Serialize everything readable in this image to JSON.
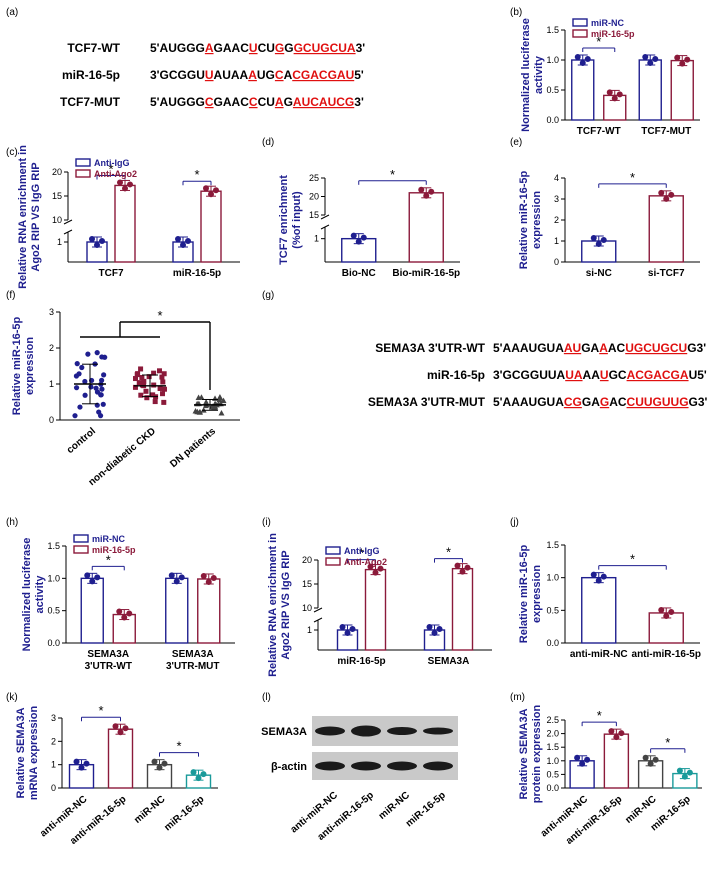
{
  "colors": {
    "nc": "#1f1f8f",
    "p5": "#8b1a3a",
    "red": "#e01010",
    "gray": "#444444",
    "teal": "#1a9a9a"
  },
  "panels": {
    "a": {
      "label": "(a)",
      "rows": [
        {
          "name": "TCF7-WT",
          "seq": [
            [
              "5'AUGGG",
              0
            ],
            [
              "A",
              2
            ],
            [
              "GAAC",
              0
            ],
            [
              "U",
              2
            ],
            [
              "CU",
              0
            ],
            [
              "G",
              2
            ],
            [
              "G",
              0
            ],
            [
              "GCUGCUA",
              2
            ],
            [
              "3'",
              0
            ]
          ]
        },
        {
          "name": "miR-16-5p",
          "seq": [
            [
              "3'GCGGU",
              0
            ],
            [
              "U",
              2
            ],
            [
              "AUAA",
              0
            ],
            [
              "A",
              2
            ],
            [
              "UG",
              0
            ],
            [
              "C",
              2
            ],
            [
              "A",
              0
            ],
            [
              "CGACGAU",
              2
            ],
            [
              "5'",
              0
            ]
          ]
        },
        {
          "name": "TCF7-MUT",
          "seq": [
            [
              "5'AUGGG",
              0
            ],
            [
              "C",
              2
            ],
            [
              "GAAC",
              0
            ],
            [
              "C",
              2
            ],
            [
              "CU",
              0
            ],
            [
              "A",
              2
            ],
            [
              "G",
              0
            ],
            [
              "AUCAUCG",
              2
            ],
            [
              "3'",
              0
            ]
          ]
        }
      ]
    },
    "b": {
      "label": "(b)",
      "legend": [
        "miR-NC",
        "miR-16-5p"
      ]
    },
    "c": {
      "label": "(c)",
      "legend": [
        "Anti-IgG",
        "Anti-Ago2"
      ]
    },
    "d": {
      "label": "(d)"
    },
    "e": {
      "label": "(e)"
    },
    "f": {
      "label": "(f)"
    },
    "g": {
      "label": "(g)",
      "rows": [
        {
          "name": "SEMA3A 3'UTR-WT",
          "seq": [
            [
              "5'AAAUGUA",
              0
            ],
            [
              "AU",
              2
            ],
            [
              "GA",
              0
            ],
            [
              "A",
              2
            ],
            [
              "AC",
              0
            ],
            [
              "UGCUGCU",
              2
            ],
            [
              "G3'",
              0
            ]
          ]
        },
        {
          "name": "miR-16-5p",
          "seq": [
            [
              "3'GCGGUUA",
              0
            ],
            [
              "UA",
              2
            ],
            [
              "AA",
              0
            ],
            [
              "U",
              2
            ],
            [
              "GC",
              0
            ],
            [
              "ACGACGA",
              2
            ],
            [
              "U5'",
              0
            ]
          ]
        },
        {
          "name": "SEMA3A 3'UTR-MUT",
          "seq": [
            [
              "5'AAAUGUA",
              0
            ],
            [
              "CG",
              2
            ],
            [
              "GA",
              0
            ],
            [
              "G",
              2
            ],
            [
              "AC",
              0
            ],
            [
              "CUUGUUG",
              2
            ],
            [
              "G3'",
              0
            ]
          ]
        }
      ]
    },
    "h": {
      "label": "(h)",
      "legend": [
        "miR-NC",
        "miR-16-5p"
      ]
    },
    "i": {
      "label": "(i)",
      "legend": [
        "Anti-IgG",
        "Anti-Ago2"
      ]
    },
    "j": {
      "label": "(j)"
    },
    "k": {
      "label": "(k)"
    },
    "l": {
      "label": "(l)",
      "bands": [
        "SEMA3A",
        "β-actin"
      ],
      "lanes": [
        "anti-miR-NC",
        "anti-miR-16-5p",
        "miR-NC",
        "miR-16-5p"
      ]
    },
    "m": {
      "label": "(m)"
    }
  },
  "chart_data": [
    {
      "panel": "b",
      "type": "bar",
      "categories": [
        "TCF7-WT",
        "TCF7-MUT"
      ],
      "ylabel": "Normalized luciferase activity",
      "ylim": [
        0,
        1.5
      ],
      "yticks": [
        0.0,
        0.5,
        1.0,
        1.5
      ],
      "series": [
        {
          "name": "miR-NC",
          "values": [
            1.0,
            1.0
          ]
        },
        {
          "name": "miR-16-5p",
          "values": [
            0.41,
            0.99
          ]
        }
      ],
      "annotations": [
        "*"
      ]
    },
    {
      "panel": "c",
      "type": "bar",
      "categories": [
        "TCF7",
        "miR-16-5p"
      ],
      "ylabel": "Relative RNA enrichment in Ago2 RIP VS IgG RIP",
      "ylim": [
        0,
        20
      ],
      "yticks": [
        1,
        10,
        15,
        20
      ],
      "broken_axis": true,
      "series": [
        {
          "name": "Anti-IgG",
          "values": [
            1.0,
            1.0
          ]
        },
        {
          "name": "Anti-Ago2",
          "values": [
            17.2,
            16.0
          ]
        }
      ],
      "annotations": [
        "*",
        "*"
      ]
    },
    {
      "panel": "d",
      "type": "bar",
      "categories": [
        "Bio-NC",
        "Bio-miR-16-5p"
      ],
      "ylabel": "TCF7 enrichment (%of input)",
      "ylim": [
        0,
        25
      ],
      "yticks": [
        1,
        15,
        20,
        25
      ],
      "broken_axis": true,
      "values": [
        1.0,
        21.0
      ],
      "annotations": [
        "*"
      ]
    },
    {
      "panel": "e",
      "type": "bar",
      "categories": [
        "si-NC",
        "si-TCF7"
      ],
      "ylabel": "Relative miR-16-5p expression",
      "ylim": [
        0,
        4
      ],
      "yticks": [
        0,
        1,
        2,
        3,
        4
      ],
      "values": [
        1.0,
        3.15
      ],
      "annotations": [
        "*"
      ]
    },
    {
      "panel": "f",
      "type": "scatter",
      "categories": [
        "control",
        "non-diabetic CKD",
        "DN patients"
      ],
      "ylabel": "Relative miR-16-5p expression",
      "ylim": [
        0,
        3
      ],
      "yticks": [
        0,
        1,
        2,
        3
      ],
      "values": [
        1.0,
        0.95,
        0.42
      ],
      "annotations": [
        "*"
      ]
    },
    {
      "panel": "h",
      "type": "bar",
      "categories": [
        "SEMA3A 3'UTR-WT",
        "SEMA3A 3'UTR-MUT"
      ],
      "ylabel": "Normalized luciferase activity",
      "ylim": [
        0,
        1.5
      ],
      "yticks": [
        0.0,
        0.5,
        1.0,
        1.5
      ],
      "series": [
        {
          "name": "miR-NC",
          "values": [
            1.0,
            1.0
          ]
        },
        {
          "name": "miR-16-5p",
          "values": [
            0.44,
            0.99
          ]
        }
      ],
      "annotations": [
        "*"
      ]
    },
    {
      "panel": "i",
      "type": "bar",
      "categories": [
        "miR-16-5p",
        "SEMA3A"
      ],
      "ylabel": "Relative RNA enrichment in Ago2 RIP VS IgG RIP",
      "ylim": [
        0,
        20
      ],
      "yticks": [
        1,
        10,
        15,
        20
      ],
      "broken_axis": true,
      "series": [
        {
          "name": "Anti-IgG",
          "values": [
            1.0,
            1.0
          ]
        },
        {
          "name": "Anti-Ago2",
          "values": [
            18.0,
            18.2
          ]
        }
      ],
      "annotations": [
        "*",
        "*"
      ]
    },
    {
      "panel": "j",
      "type": "bar",
      "categories": [
        "anti-miR-NC",
        "anti-miR-16-5p"
      ],
      "ylabel": "Relative miR-16-5p expression",
      "ylim": [
        0,
        1.5
      ],
      "yticks": [
        0.0,
        0.5,
        1.0,
        1.5
      ],
      "values": [
        1.0,
        0.46
      ],
      "annotations": [
        "*"
      ]
    },
    {
      "panel": "k",
      "type": "bar",
      "categories": [
        "anti-miR-NC",
        "anti-miR-16-5p",
        "miR-NC",
        "miR-16-5p"
      ],
      "ylabel": "Relative SEMA3A mRNA expression",
      "ylim": [
        0,
        3
      ],
      "yticks": [
        0,
        1,
        2,
        3
      ],
      "values": [
        1.0,
        2.52,
        1.0,
        0.55
      ],
      "annotations": [
        "*",
        "*"
      ]
    },
    {
      "panel": "m",
      "type": "bar",
      "categories": [
        "anti-miR-NC",
        "anti-miR-16-5p",
        "miR-NC",
        "miR-16-5p"
      ],
      "ylabel": "Relative SEMA3A protein expression",
      "ylim": [
        0,
        2.5
      ],
      "yticks": [
        0.0,
        0.5,
        1.0,
        1.5,
        2.0,
        2.5
      ],
      "values": [
        1.0,
        1.98,
        1.0,
        0.53
      ],
      "annotations": [
        "*",
        "*"
      ]
    }
  ]
}
